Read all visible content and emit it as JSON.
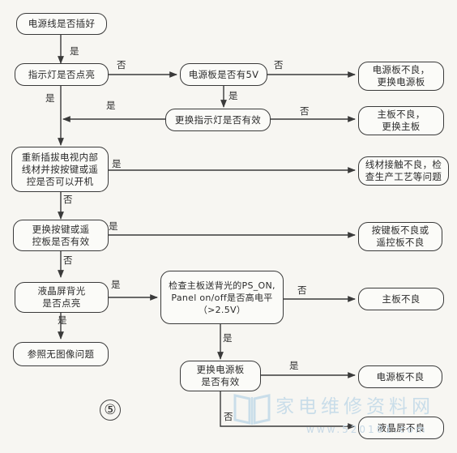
{
  "nodes": {
    "power_line": "电源线是否插好",
    "indicator_on": "指示灯是否点亮",
    "power_5v": "电源板是否有5V",
    "power_bad_1": "电源板不良，\n更换电源板",
    "replace_indicator": "更换指示灯是否有效",
    "main_bad_1": "主板不良，\n更换主板",
    "replug_cables": "重新插拔电视内部\n线材并按按键或遥\n控是否可以开机",
    "cable_contact_bad": "线材接触不良，检\n查生产工艺等问题",
    "replace_key": "更换按键或遥\n控板是否有效",
    "key_bad": "按键板不良或\n遥控板不良",
    "lcd_backlight": "液晶屏背光\n是否点亮",
    "check_ps_on": "检查主板送背光的PS_ON,\nPanel on/off是否高电平\n（>2.5V）",
    "main_bad_2": "主板不良",
    "refer_no_image": "参照无图像问题",
    "replace_power": "更换电源板\n是否有效",
    "power_bad_2": "电源板不良",
    "lcd_bad": "液晶屏不良"
  },
  "labels": {
    "yes": "是",
    "no": "否"
  },
  "figure_number": "⑤",
  "watermark": {
    "text": "家电维修资料网",
    "url": "www.520101.com"
  },
  "colors": {
    "line": "#3a3a3a",
    "watermark": "#c9dde9"
  }
}
